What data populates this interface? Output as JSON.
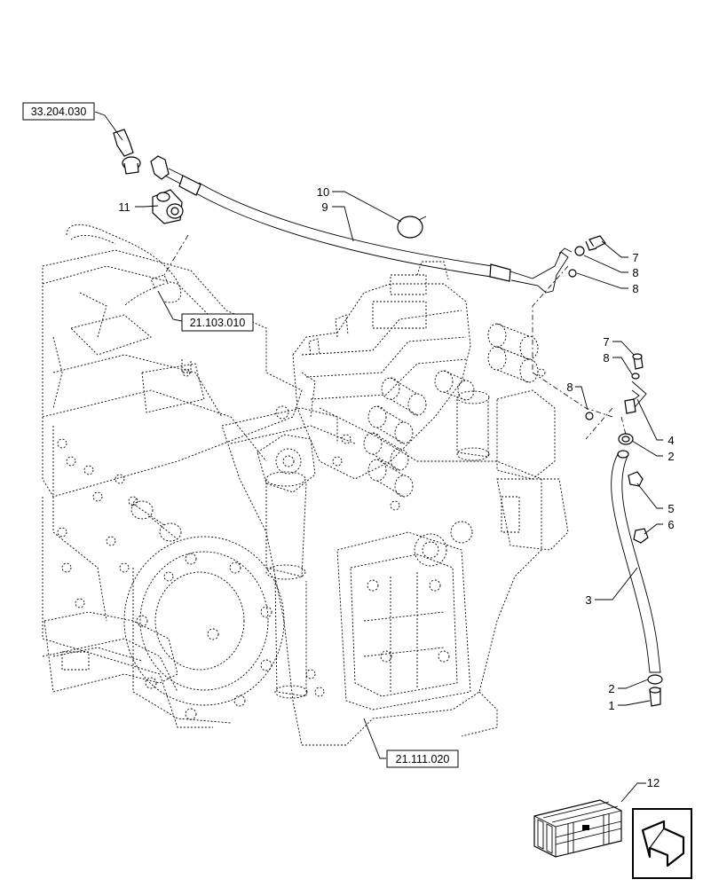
{
  "references": {
    "r1": "33.204.030",
    "r2": "21.103.010",
    "r3": "21.111.020"
  },
  "callouts": {
    "c1": "1",
    "c2a": "2",
    "c2b": "2",
    "c3": "3",
    "c4": "4",
    "c5": "5",
    "c6": "6",
    "c7a": "7",
    "c7b": "7",
    "c8a": "8",
    "c8b": "8",
    "c8c": "8",
    "c8d": "8",
    "c9": "9",
    "c10": "10",
    "c11": "11",
    "c12": "12"
  }
}
